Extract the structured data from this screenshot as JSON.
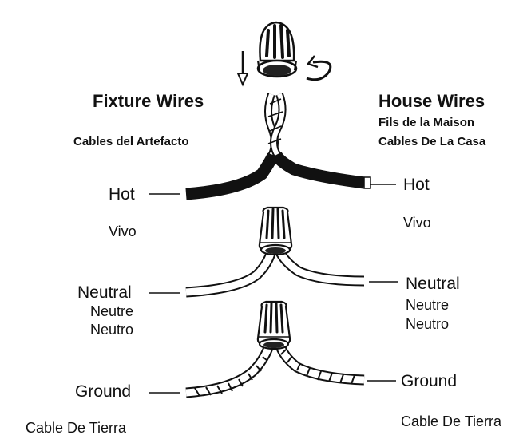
{
  "left": {
    "title": "Fixture Wires",
    "subtitle": "Cables del Artefacto"
  },
  "right": {
    "title": "House Wires",
    "subtitle_fr": "Fils de la Maison",
    "subtitle_es": "Cables De La Casa"
  },
  "wires": {
    "hot": {
      "en": "Hot",
      "es": "Vivo",
      "color": "#111111"
    },
    "neutral": {
      "en": "Neutral",
      "fr": "Neutre",
      "es": "Neutro",
      "color": "#ffffff"
    },
    "ground": {
      "en": "Ground",
      "es": "Cable De Tierra",
      "color": "#ffffff"
    }
  },
  "icons": [
    "wire-nut-icon",
    "down-arrow-icon",
    "rotate-arrow-icon"
  ]
}
